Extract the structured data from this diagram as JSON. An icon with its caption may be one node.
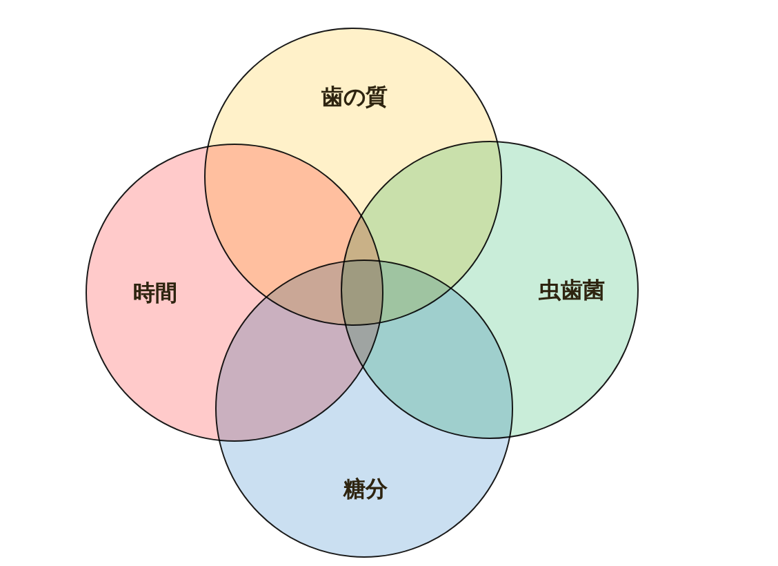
{
  "diagram": {
    "nodes": [
      {
        "text": [
          "歯の質"
        ]
      },
      {
        "text": [
          "時間"
        ]
      },
      {
        "text": [
          "虫歯菌"
        ]
      },
      {
        "text": [
          "糖分"
        ]
      }
    ]
  }
}
